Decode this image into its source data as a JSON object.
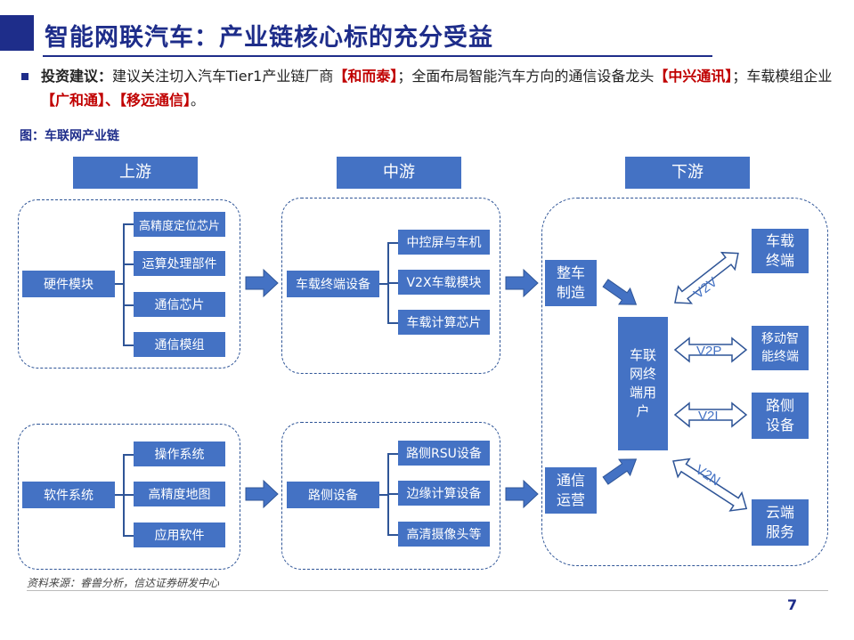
{
  "header": {
    "title": "智能网联汽车：产业链核心标的充分受益"
  },
  "bullet": {
    "lead": "投资建议：",
    "seg1": "建议关注切入汽车Tier1产业链厂商",
    "hl1": "【和而泰】",
    "seg2": "；全面布局智能汽车方向的通信设备龙头",
    "hl2": "【中兴通讯】",
    "seg3": "；车载模组企业",
    "hl3": "【广和通】、【移远通信】",
    "seg4": "。"
  },
  "figure": {
    "label": "图：车联网产业链",
    "upstream": "上游",
    "midstream": "中游",
    "downstream": "下游",
    "hardware": {
      "root": "硬件模块",
      "items": [
        "高精度定位芯片",
        "运算处理部件",
        "通信芯片",
        "通信模组"
      ]
    },
    "software": {
      "root": "软件系统",
      "items": [
        "操作系统",
        "高精度地图",
        "应用软件"
      ]
    },
    "vehicle_terminal": {
      "root": "车载终端设备",
      "items": [
        "中控屏与车机",
        "V2X车载模块",
        "车载计算芯片"
      ]
    },
    "roadside": {
      "root": "路侧设备",
      "items": [
        "路侧RSU设备",
        "边缘计算设备",
        "高清摄像头等"
      ]
    },
    "down": {
      "oem": "整车\n制造",
      "operator": "通信\n运营",
      "center": "车联\n网终\n端用\n户",
      "targets": [
        "车载\n终端",
        "移动智\n能终端",
        "路侧\n设备",
        "云端\n服务"
      ],
      "links": [
        "V2V",
        "V2P",
        "V2I",
        "V2N"
      ]
    }
  },
  "footer": {
    "source": "资料来源：睿兽分析，信达证券研发中心",
    "page": "7"
  }
}
